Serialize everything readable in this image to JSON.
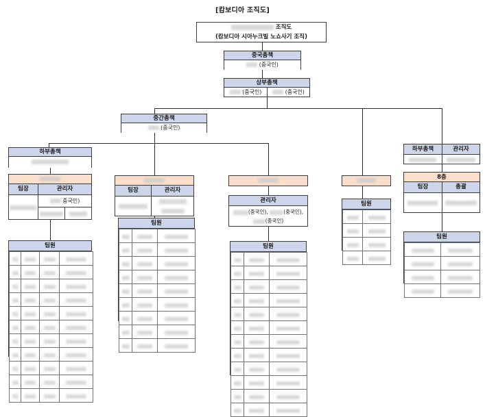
{
  "page": {
    "title": "[캄보디아 조직도]",
    "language": "ko",
    "doc_type": "organization-chart"
  },
  "colors": {
    "header_blue": "#ccd5e9",
    "header_peach": "#fadfcd",
    "border": "#3a3a3a",
    "background": "#ffffff",
    "redaction": "#c9c9c9"
  },
  "root": {
    "name_redacted": "[redacted]",
    "line1_suffix": "조직도",
    "line2": "(캄보디아 시아누크빌 노쇼사기 조직)"
  },
  "nodes": {
    "china_chief": {
      "header": "중국총책",
      "member": "(중국인)",
      "member_name_redacted": "[redacted]"
    },
    "upper_chief": {
      "header": "상부총책",
      "members": [
        {
          "name_redacted": "[redacted]",
          "nationality": "(중국인)"
        },
        {
          "name_redacted": "[redacted]",
          "nationality": "(중국인)"
        }
      ]
    },
    "middle_chief": {
      "header": "중간총책",
      "member": "(중국인)",
      "member_name_redacted": "[redacted]"
    }
  },
  "branches": [
    {
      "id": "branch-1",
      "lower_chief_header": "하부총책",
      "lower_chief_name_redacted": "[redacted]",
      "group_label_redacted": "[redacted]",
      "role_columns": [
        "팀장",
        "관리자"
      ],
      "manager_nationality": "중국인)",
      "members_header": "팀원",
      "members_row_count": 11,
      "members_col_count": 4
    },
    {
      "id": "branch-2",
      "group_label_redacted": "[redacted]",
      "role_columns": [
        "팀장",
        "관리자"
      ],
      "members_header": "팀원",
      "members_row_count": 9,
      "members_col_count": 3
    },
    {
      "id": "branch-3",
      "group_label_redacted": "[redacted]",
      "manager_header": "관리자",
      "manager_line1": "(중국인),",
      "manager_line2": "(중국인),",
      "manager_line3": "(중국인)",
      "members_header": "팀원",
      "members_row_count": 12,
      "members_col_count": 3
    },
    {
      "id": "branch-4",
      "group_label_redacted": "[redacted]",
      "members_header": "팀원",
      "members_row_count": 4,
      "members_col_count": 2
    },
    {
      "id": "branch-5",
      "top_columns": [
        "하부총책",
        "관리자"
      ],
      "floor_label": "8층",
      "role_columns": [
        "팀장",
        "총괄"
      ],
      "members_header": "팀원",
      "members_row_count": 4,
      "members_col_count": 2
    }
  ]
}
